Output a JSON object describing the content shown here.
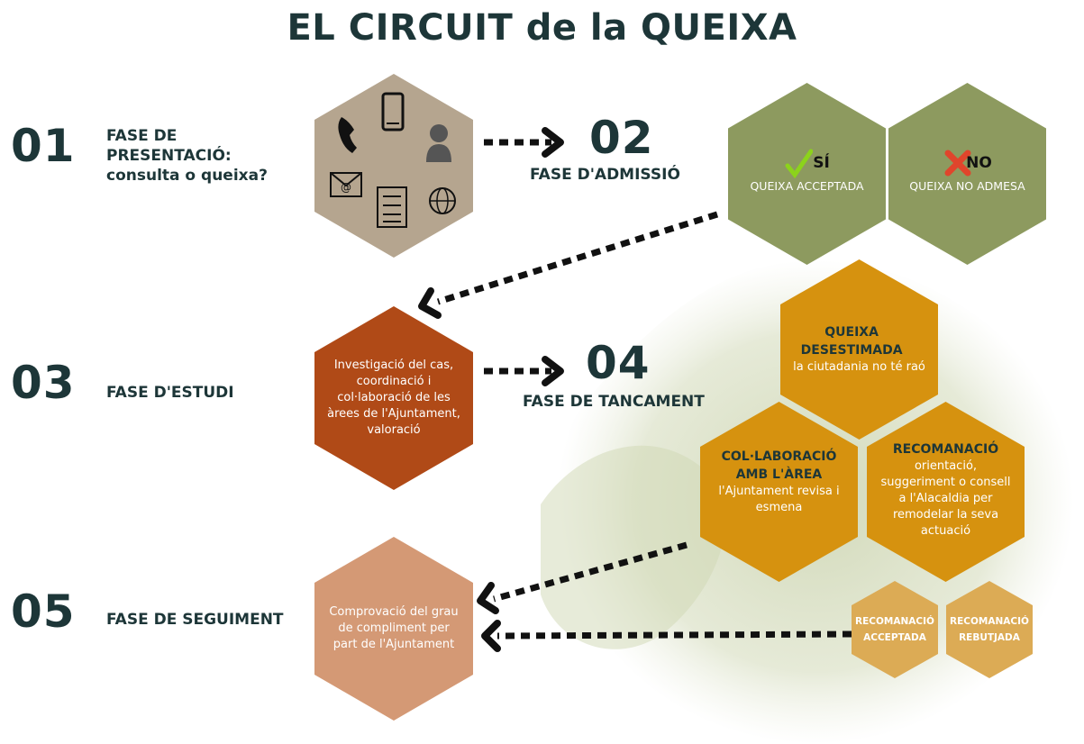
{
  "title": "EL CIRCUIT de la QUEIXA",
  "phases": [
    {
      "num": "01",
      "label": "FASE DE PRESENTACIÓ: consulta o queixa?"
    },
    {
      "num": "02",
      "label": "FASE D'ADMISSIÓ"
    },
    {
      "num": "03",
      "label": "FASE D'ESTUDI"
    },
    {
      "num": "04",
      "label": "FASE DE TANCAMENT"
    },
    {
      "num": "05",
      "label": "FASE DE SEGUIMENT"
    }
  ],
  "admission": {
    "yes_mark": "SÍ",
    "yes_text": "QUEIXA ACCEPTADA",
    "no_mark": "NO",
    "no_text": "QUEIXA NO ADMESA"
  },
  "study": {
    "text": "Investigació del cas, coordinació i col·laboració de les àrees de l'Ajuntament, valoració"
  },
  "closing": {
    "desestimada_title": "QUEIXA DESESTIMADA",
    "desestimada_text": "la ciutadania no té raó",
    "colaboracio_title": "COL·LABORACIÓ AMB L'ÀREA",
    "colaboracio_text": "l'Ajuntament revisa i esmena",
    "recomanacio_title": "RECOMANACIÓ",
    "recomanacio_text": "orientació, suggeriment o consell a l'Alacaldia per remodelar la seva actuació",
    "acceptada": "RECOMANACIÓ ACCEPTADA",
    "rebutjada": "RECOMANACIÓ REBUTJADA"
  },
  "followup": {
    "text": "Comprovació del grau de compliment per part de l'Ajuntament"
  },
  "colors": {
    "dark": "#1d3638",
    "beige": "#b5a58f",
    "olive": "#8d9a5f",
    "rust": "#b04a17",
    "ochre": "#d6920f",
    "tan": "#d49975",
    "pale_ochre": "#dcab55"
  },
  "icons": [
    "phone-icon",
    "mobile-icon",
    "person-icon",
    "email-icon",
    "checklist-icon",
    "globe-icon",
    "checkmark-icon",
    "cross-icon"
  ]
}
